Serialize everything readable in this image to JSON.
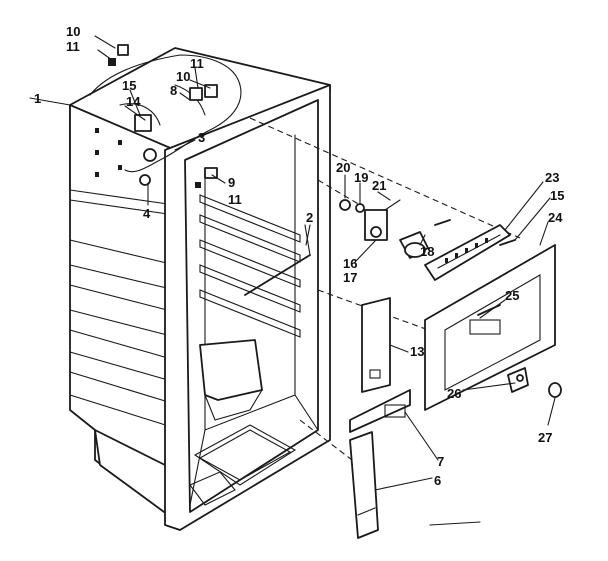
{
  "diagram": {
    "callouts": [
      {
        "id": "c1",
        "text": "1"
      },
      {
        "id": "c10a",
        "text": "10"
      },
      {
        "id": "c11a",
        "text": "11"
      },
      {
        "id": "c15a",
        "text": "15"
      },
      {
        "id": "c14",
        "text": "14"
      },
      {
        "id": "c11b",
        "text": "11"
      },
      {
        "id": "c10b",
        "text": "10"
      },
      {
        "id": "c8",
        "text": "8"
      },
      {
        "id": "c3",
        "text": "3"
      },
      {
        "id": "c4",
        "text": "4"
      },
      {
        "id": "c9",
        "text": "9"
      },
      {
        "id": "c11c",
        "text": "11"
      },
      {
        "id": "c2",
        "text": "2"
      },
      {
        "id": "c20",
        "text": "20"
      },
      {
        "id": "c19",
        "text": "19"
      },
      {
        "id": "c21",
        "text": "21"
      },
      {
        "id": "c18",
        "text": "18"
      },
      {
        "id": "c16",
        "text": "16"
      },
      {
        "id": "c17",
        "text": "17"
      },
      {
        "id": "c23",
        "text": "23"
      },
      {
        "id": "c15b",
        "text": "15"
      },
      {
        "id": "c24",
        "text": "24"
      },
      {
        "id": "c25",
        "text": "25"
      },
      {
        "id": "c13",
        "text": "13"
      },
      {
        "id": "c26",
        "text": "26"
      },
      {
        "id": "c27",
        "text": "27"
      },
      {
        "id": "c7",
        "text": "7"
      },
      {
        "id": "c6",
        "text": "6"
      }
    ]
  }
}
